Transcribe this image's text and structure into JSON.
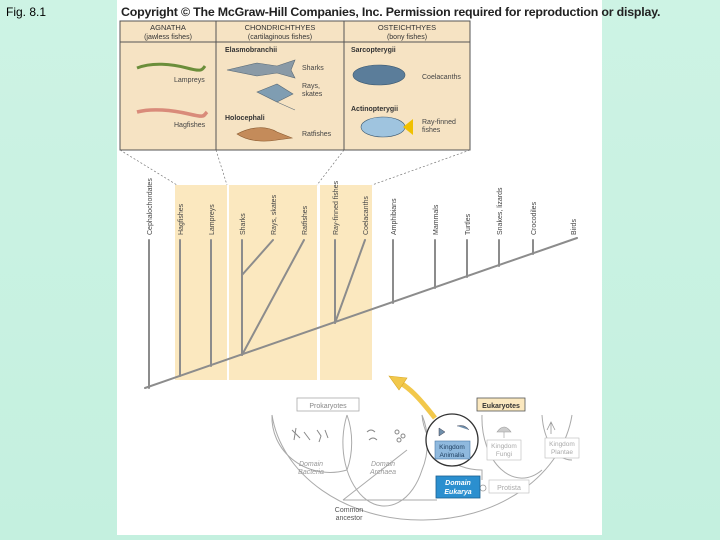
{
  "figure_label": "Fig. 8.1",
  "copyright": "Copyright © The McGraw-Hill Companies, Inc. Permission required for reproduction or display.",
  "table": {
    "columns": [
      {
        "name": "AGNATHA",
        "sub": "(jawless fishes)"
      },
      {
        "name": "CHONDRICHTHYES",
        "sub": "(cartilaginous fishes)"
      },
      {
        "name": "OSTEICHTHYES",
        "sub": "(bony fishes)"
      }
    ],
    "agnatha": {
      "lampreys": "Lampreys",
      "hagfishes": "Hagfishes"
    },
    "chondrichthyes": {
      "group1": "Elasmobranchii",
      "sharks": "Sharks",
      "rays_line1": "Rays,",
      "rays_line2": "skates",
      "group2": "Holocephali",
      "ratfishes": "Ratfishes"
    },
    "osteichthyes": {
      "group1": "Sarcopterygii",
      "coelacanths": "Coelacanths",
      "group2": "Actinopterygii",
      "rayfinned_line1": "Ray-finned",
      "rayfinned_line2": "fishes"
    }
  },
  "tree_taxa": [
    "Cephalochordates",
    "Hagfishes",
    "Lampreys",
    "Sharks",
    "Rays, skates",
    "Ratfishes",
    "Ray-finned fishes",
    "Coelacanths",
    "Amphibians",
    "Mammals",
    "Turtles",
    "Snakes, lizards",
    "Crocodiles",
    "Birds"
  ],
  "domains": {
    "prokaryotes": "Prokaryotes",
    "eukaryotes": "Eukaryotes",
    "bacteria_l1": "Domain",
    "bacteria_l2": "Bacteria",
    "archaea_l1": "Domain",
    "archaea_l2": "Archaea",
    "animalia_l1": "Kingdom",
    "animalia_l2": "Animalia",
    "fungi_l1": "Kingdom",
    "fungi_l2": "Fungi",
    "plantae_l1": "Kingdom",
    "plantae_l2": "Plantae",
    "protista": "Protista",
    "eukarya_l1": "Domain",
    "eukarya_l2": "Eukarya",
    "ancestor_l1": "Common",
    "ancestor_l2": "ancestor"
  },
  "colors": {
    "highlight": "#fbe8bf",
    "table_bg": "#f6e3c3",
    "accent_blue": "#2b8fcf",
    "line": "#8c8c8c"
  }
}
